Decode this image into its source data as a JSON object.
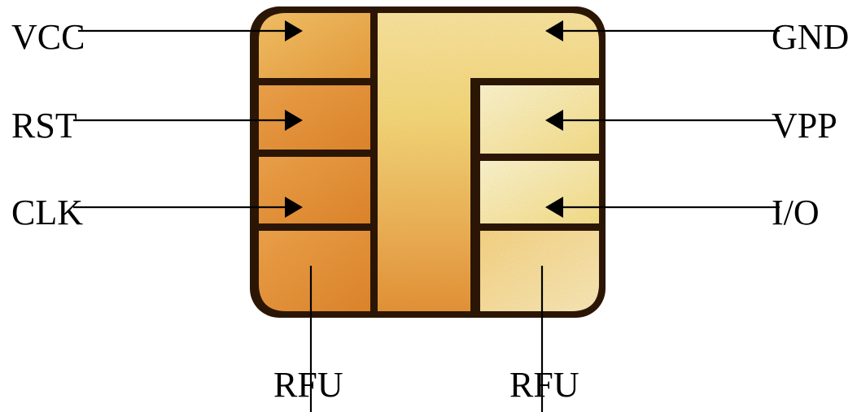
{
  "labels": {
    "vcc": "VCC",
    "rst": "RST",
    "clk": "CLK",
    "gnd": "GND",
    "vpp": "VPP",
    "io": "I/O",
    "rfu_left": "RFU",
    "rfu_right": "RFU"
  },
  "colors": {
    "outline": "#2b1606",
    "pad_orange_light": "#f2b35c",
    "pad_orange_dark": "#e2862c",
    "pad_yellow_light": "#fdf3c0",
    "pad_yellow_mid": "#f8df84",
    "leader_line": "#000000"
  }
}
